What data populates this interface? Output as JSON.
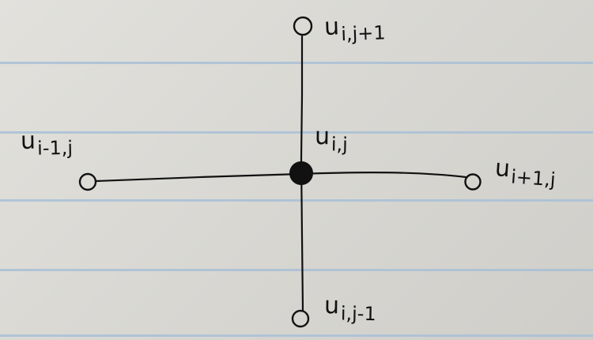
{
  "diagram": {
    "nodes": {
      "center": {
        "label": "u",
        "sub": "i,j",
        "filled": true
      },
      "top": {
        "label": "u",
        "sub": "i,j+1",
        "filled": false
      },
      "bottom": {
        "label": "u",
        "sub": "i,j-1",
        "filled": false
      },
      "left": {
        "label": "u",
        "sub": "i-1,j",
        "filled": false
      },
      "right": {
        "label": "u",
        "sub": "i+1,j",
        "filled": false
      }
    },
    "colors": {
      "ink": "#111111",
      "paper": "#dcdbd6",
      "rule": "#a9bfd6"
    }
  }
}
